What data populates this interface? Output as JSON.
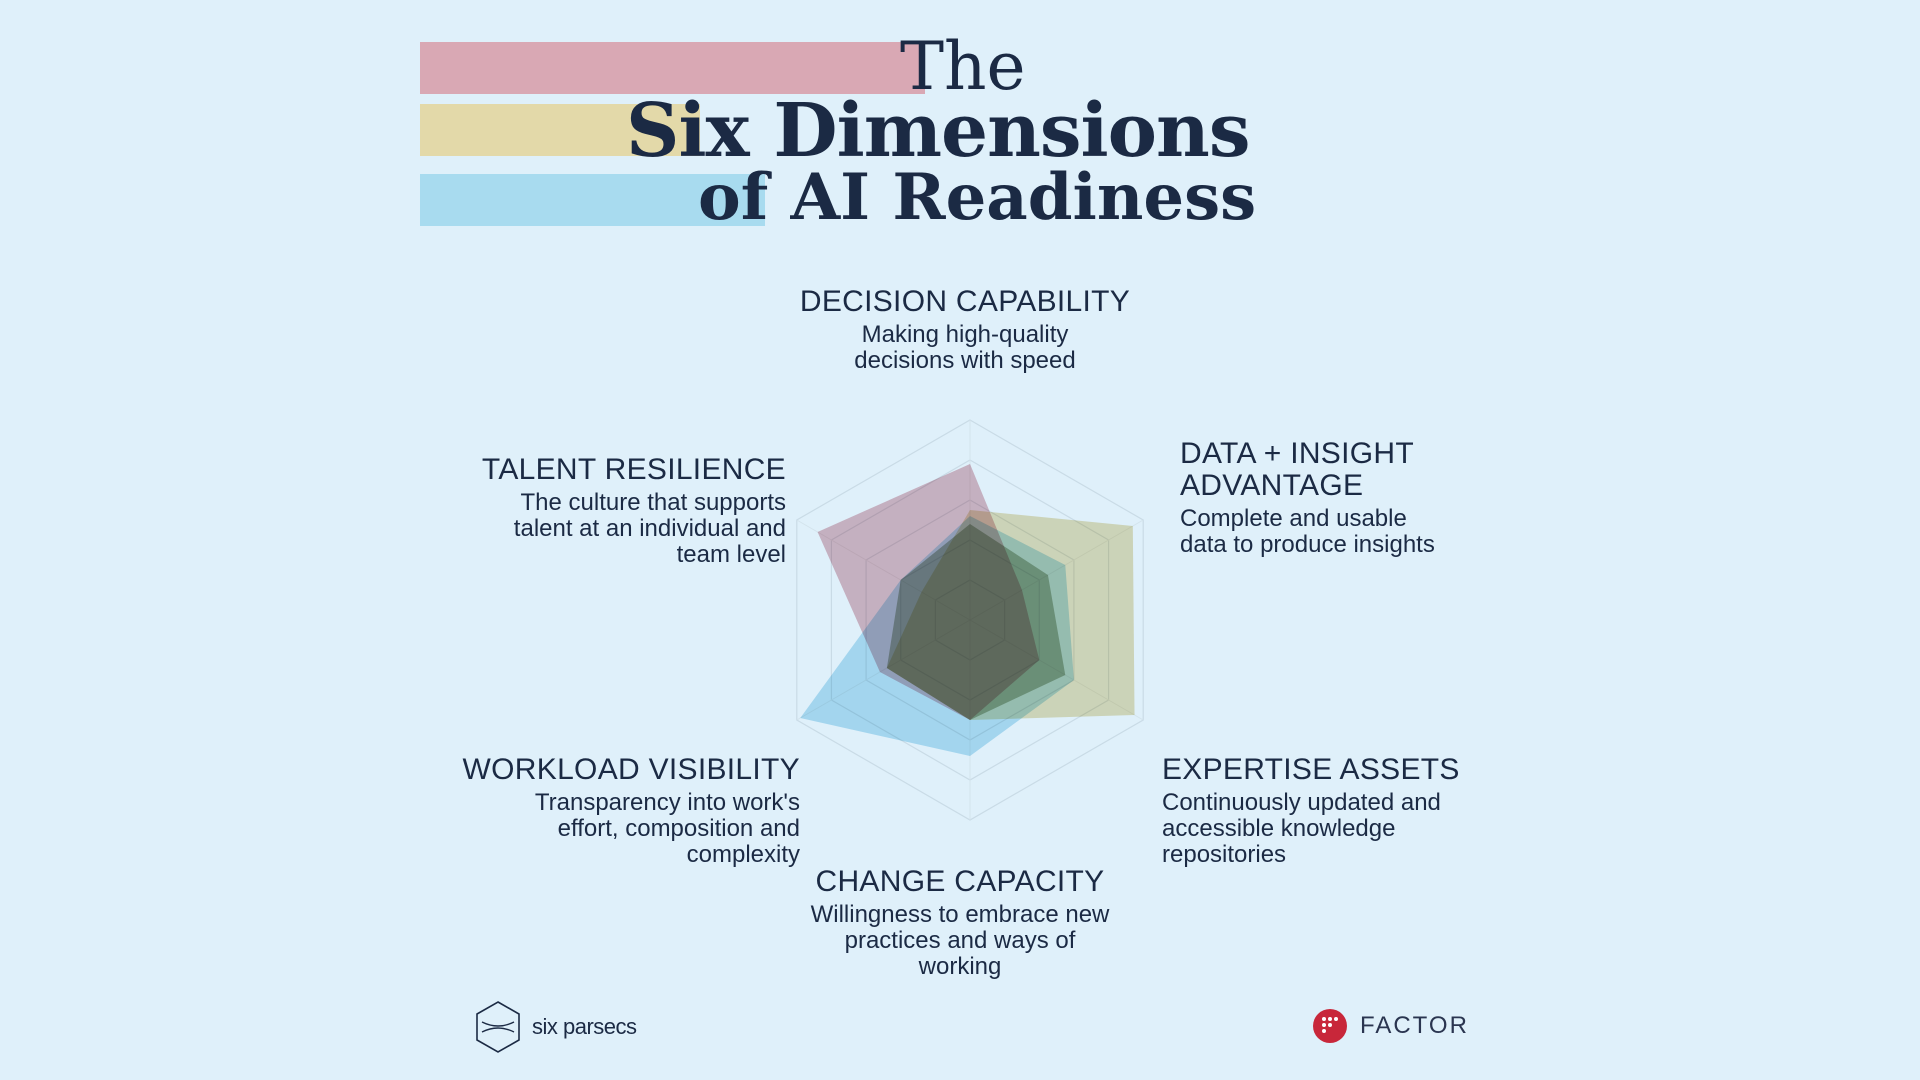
{
  "title": {
    "line1": "The",
    "line2": "Six Dimensions",
    "line3": "of AI Readiness"
  },
  "dimensions": [
    {
      "name": "DECISION CAPABILITY",
      "description": "Making high-quality decisions with speed"
    },
    {
      "name": "DATA + INSIGHT ADVANTAGE",
      "description": "Complete and usable data to produce insights"
    },
    {
      "name": "EXPERTISE ASSETS",
      "description": "Continuously updated and accessible knowledge repositories"
    },
    {
      "name": "CHANGE CAPACITY",
      "description": "Willingness to embrace new practices and ways of working"
    },
    {
      "name": "WORKLOAD VISIBILITY",
      "description": "Transparency into work's effort, composition and complexity"
    },
    {
      "name": "TALENT RESILIENCE",
      "description": "The culture that supports talent at an individual and team level"
    }
  ],
  "logos": {
    "left": "six parsecs",
    "right": "FACTOR"
  },
  "colors": {
    "red": "#d9a8b4",
    "yellow": "#e3d9a9",
    "blue": "#a8dbef",
    "navy": "#1b2a44",
    "background": "#dff0fa",
    "factor_red": "#c8273a"
  },
  "chart_data": {
    "type": "radar",
    "axes": [
      "DECISION CAPABILITY",
      "DATA + INSIGHT ADVANTAGE",
      "EXPERTISE ASSETS",
      "CHANGE CAPACITY",
      "WORKLOAD VISIBILITY",
      "TALENT RESILIENCE"
    ],
    "range": [
      0,
      1
    ],
    "grid_levels": 5,
    "series": [
      {
        "color": "#d9a8b4",
        "values": [
          0.78,
          0.3,
          0.4,
          0.5,
          0.52,
          0.88
        ]
      },
      {
        "color": "#e3d9a9",
        "values": [
          0.55,
          0.94,
          0.95,
          0.5,
          0.48,
          0.28
        ]
      },
      {
        "color": "#a8dbef",
        "values": [
          0.52,
          0.55,
          0.6,
          0.68,
          0.98,
          0.4
        ]
      },
      {
        "color": "#7a8f6b",
        "values": [
          0.48,
          0.45,
          0.55,
          0.5,
          0.48,
          0.4
        ]
      }
    ]
  }
}
